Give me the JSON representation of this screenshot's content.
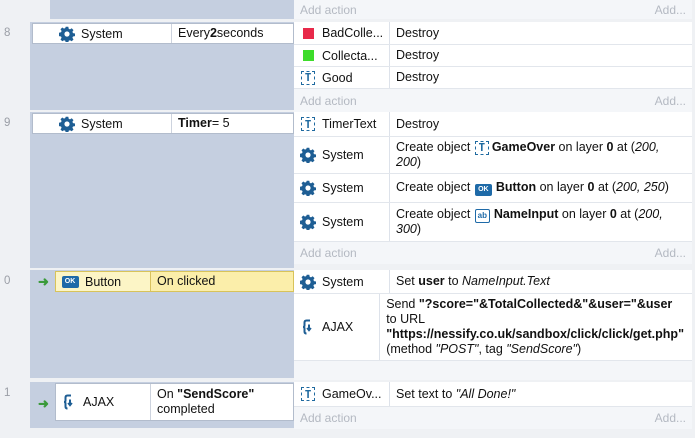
{
  "colors": {
    "red_square": "#e8294a",
    "green_square": "#3ddc2a",
    "selected_condition": "#fbeeaa",
    "trigger_arrow": "#3a9a3a"
  },
  "add_action": "Add action",
  "add": "Add...",
  "events": [
    {
      "number": "8",
      "condition_object": "System",
      "condition": {
        "a": "Every ",
        "b": "2",
        "c": " seconds"
      },
      "actions": [
        {
          "object": "BadColle...",
          "icon": "red-square-icon",
          "text": "Destroy"
        },
        {
          "object": "Collecta...",
          "icon": "green-square-icon",
          "text": "Destroy"
        },
        {
          "object": "Good",
          "icon": "text-object-icon",
          "text": "Destroy"
        }
      ]
    },
    {
      "number": "9",
      "condition_object": "System",
      "condition": {
        "a": "Timer",
        "b": " = 5"
      },
      "actions": [
        {
          "object": "TimerText",
          "icon": "text-object-icon",
          "text": "Destroy"
        },
        {
          "object": "System",
          "icon": "gear-icon",
          "parts": [
            "Create object ",
            "GameOver",
            " on layer ",
            "0",
            " at (",
            "200, 200",
            ")"
          ]
        },
        {
          "object": "System",
          "icon": "gear-icon",
          "parts": [
            "Create object ",
            "Button",
            " on layer ",
            "0",
            " at (",
            "200, 250",
            ")"
          ]
        },
        {
          "object": "System",
          "icon": "gear-icon",
          "parts": [
            "Create object ",
            "NameInput",
            " on layer ",
            "0",
            " at (",
            "200, 300",
            ")"
          ]
        }
      ]
    },
    {
      "number": "0",
      "condition_object": "Button",
      "condition": {
        "a": "On clicked"
      },
      "actions": [
        {
          "object": "System",
          "icon": "gear-icon",
          "parts": [
            "Set ",
            "user",
            " to ",
            "NameInput.Text"
          ]
        },
        {
          "object": "AJAX",
          "icon": "ajax-icon",
          "parts": [
            "Send ",
            "\"?score=\"&TotalCollected&\"&user=\"&user",
            " to URL ",
            "\"https://nessify.co.uk/sandbox/click/click/get.php\"",
            " (method ",
            "\"POST\"",
            ", tag ",
            "\"SendScore\"",
            ")"
          ]
        }
      ]
    },
    {
      "number": "1",
      "condition_object": "AJAX",
      "condition": {
        "a": "On ",
        "b": "\"SendScore\"",
        "c": "completed"
      },
      "actions": [
        {
          "object": "GameOv...",
          "icon": "text-object-icon",
          "parts": [
            "Set text to ",
            "\"All Done!\""
          ]
        }
      ]
    }
  ]
}
